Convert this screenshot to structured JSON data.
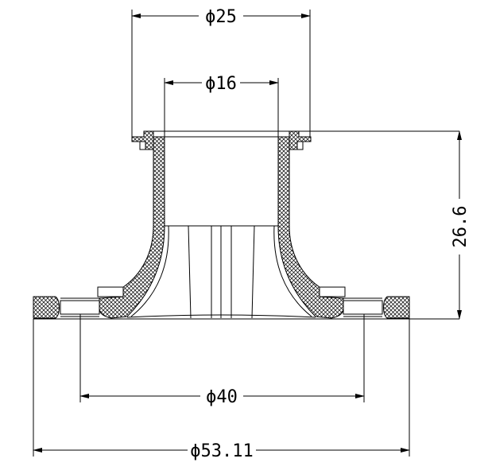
{
  "drawing": {
    "dimensions": {
      "top_outer_diameter": "ϕ25",
      "top_inner_diameter": "ϕ16",
      "height": "26.6",
      "bolt_circle_diameter": "ϕ40",
      "base_outer_diameter": "ϕ53.11"
    },
    "colors": {
      "line": "#000000",
      "background": "#ffffff"
    }
  }
}
